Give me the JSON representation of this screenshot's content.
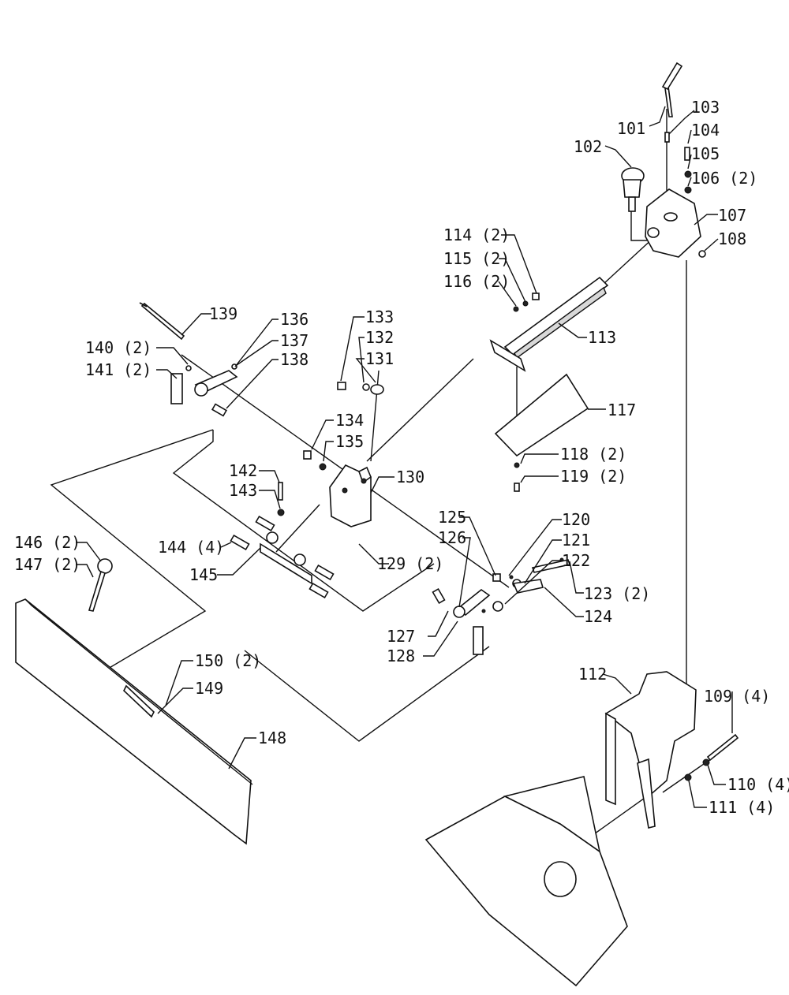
{
  "figure": "exploded-parts-diagram",
  "line_color": "#111111",
  "callouts": {
    "p101": "101",
    "p102": "102",
    "p103": "103",
    "p104": "104",
    "p105": "105",
    "p106": "106 (2)",
    "p107": "107",
    "p108": "108",
    "p109": "109 (4)",
    "p110": "110 (4)",
    "p111": "111 (4)",
    "p112": "112",
    "p113": "113",
    "p114": "114 (2)",
    "p115": "115 (2)",
    "p116": "116 (2)",
    "p117": "117",
    "p118": "118 (2)",
    "p119": "119 (2)",
    "p120": "120",
    "p121": "121",
    "p122": "122",
    "p123": "123 (2)",
    "p124": "124",
    "p125": "125",
    "p126": "126",
    "p127": "127",
    "p128": "128",
    "p129": "129 (2)",
    "p130": "130",
    "p131": "131",
    "p132": "132",
    "p133": "133",
    "p134": "134",
    "p135": "135",
    "p136": "136",
    "p137": "137",
    "p138": "138",
    "p139": "139",
    "p140": "140 (2)",
    "p141": "141 (2)",
    "p142": "142",
    "p143": "143",
    "p144": "144 (4)",
    "p145": "145",
    "p146": "146 (2)",
    "p147": "147 (2)",
    "p148": "148",
    "p149": "149",
    "p150": "150 (2)"
  }
}
